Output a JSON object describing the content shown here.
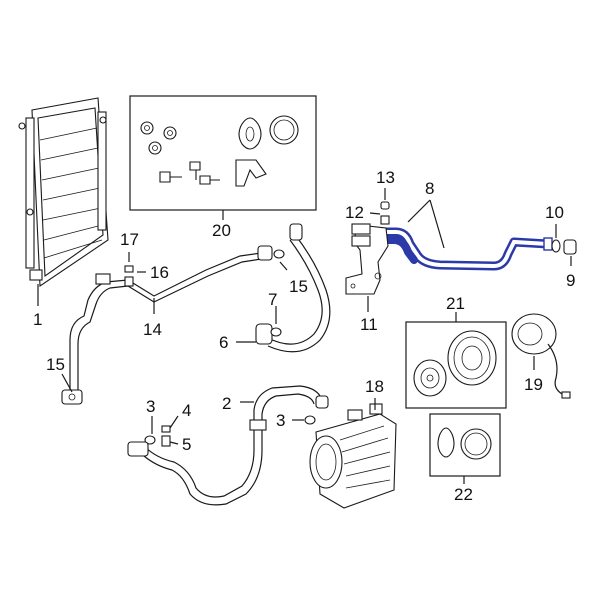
{
  "highlight_color": "#2b3aa8",
  "callouts": {
    "c1": "1",
    "c2": "2",
    "c3a": "3",
    "c3b": "3",
    "c4": "4",
    "c5": "5",
    "c6": "6",
    "c7": "7",
    "c8": "8",
    "c9": "9",
    "c10": "10",
    "c11": "11",
    "c12": "12",
    "c13": "13",
    "c14": "14",
    "c15a": "15",
    "c15b": "15",
    "c16": "16",
    "c17": "17",
    "c18": "18",
    "c19": "19",
    "c20": "20",
    "c21": "21",
    "c22": "22"
  }
}
